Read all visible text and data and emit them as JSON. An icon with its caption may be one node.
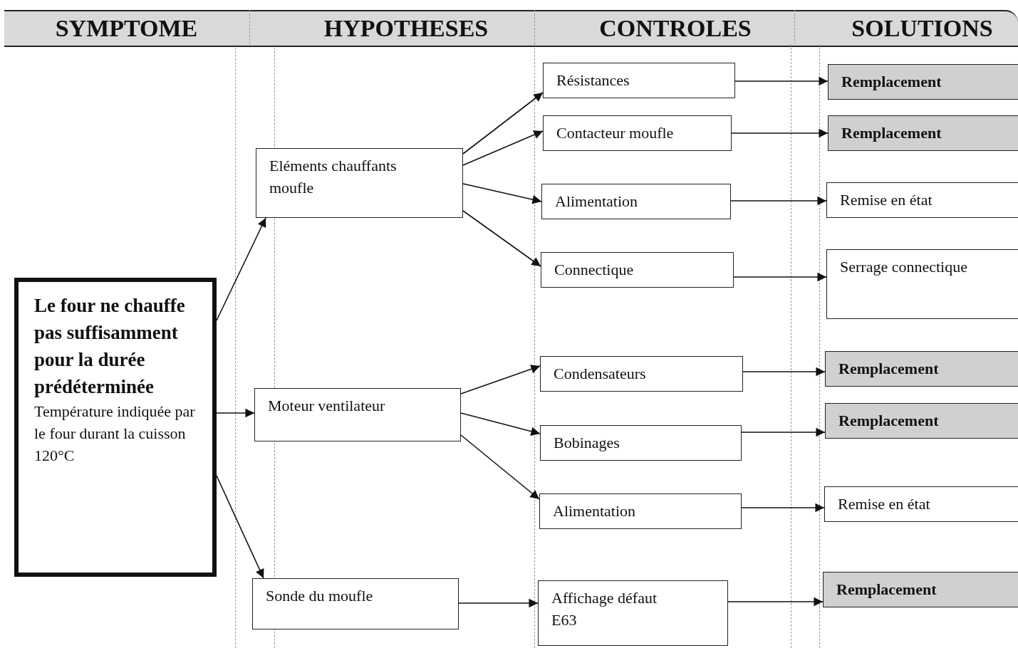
{
  "diagram": {
    "nodes": [
      {
        "text": [
          "Le four ne chauffe pas suffisamment pour la durée prédéterminée",
          "Température indiquée par le four durant la cuisson 120°C"
        ]
      },
      {
        "text": [
          "Eléments chauffants moufle"
        ]
      },
      {
        "text": [
          "Moteur ventilateur"
        ]
      },
      {
        "text": [
          "Sonde du moufle"
        ]
      },
      {
        "text": [
          "Résistances"
        ]
      },
      {
        "text": [
          "Contacteur moufle"
        ]
      },
      {
        "text": [
          "Alimentation"
        ]
      },
      {
        "text": [
          "Connectique"
        ]
      },
      {
        "text": [
          "Condensateurs"
        ]
      },
      {
        "text": [
          "Bobinages"
        ]
      },
      {
        "text": [
          "Alimentation"
        ]
      },
      {
        "text": [
          "Affichage défaut E63"
        ]
      },
      {
        "text": [
          "Remplacement"
        ]
      },
      {
        "text": [
          "Remplacement"
        ]
      },
      {
        "text": [
          "Remise en état"
        ]
      },
      {
        "text": [
          "Serrage connectique"
        ]
      },
      {
        "text": [
          "Remplacement"
        ]
      },
      {
        "text": [
          "Remplacement"
        ]
      },
      {
        "text": [
          "Remise en état"
        ]
      },
      {
        "text": [
          "Remplacement"
        ]
      }
    ],
    "edges": [
      {
        "from": 0,
        "to": 1,
        "arrow": "to"
      },
      {
        "from": 0,
        "to": 2,
        "arrow": "to"
      },
      {
        "from": 0,
        "to": 3,
        "arrow": "to"
      },
      {
        "from": 1,
        "to": 4,
        "arrow": "to"
      },
      {
        "from": 1,
        "to": 5,
        "arrow": "to"
      },
      {
        "from": 1,
        "to": 6,
        "arrow": "to"
      },
      {
        "from": 1,
        "to": 7,
        "arrow": "to"
      },
      {
        "from": 2,
        "to": 8,
        "arrow": "to"
      },
      {
        "from": 2,
        "to": 9,
        "arrow": "to"
      },
      {
        "from": 2,
        "to": 10,
        "arrow": "to"
      },
      {
        "from": 3,
        "to": 11,
        "arrow": "to"
      },
      {
        "from": 4,
        "to": 12,
        "arrow": "to"
      },
      {
        "from": 5,
        "to": 13,
        "arrow": "to"
      },
      {
        "from": 6,
        "to": 14,
        "arrow": "to"
      },
      {
        "from": 7,
        "to": 15,
        "arrow": "to"
      },
      {
        "from": 8,
        "to": 16,
        "arrow": "to"
      },
      {
        "from": 9,
        "to": 17,
        "arrow": "to"
      },
      {
        "from": 10,
        "to": 18,
        "arrow": "to"
      },
      {
        "from": 11,
        "to": 19,
        "arrow": "to"
      }
    ],
    "labels": [
      "SYMPTOME",
      "HYPOTHESES",
      "CONTROLES",
      "SOLUTIONS"
    ]
  }
}
